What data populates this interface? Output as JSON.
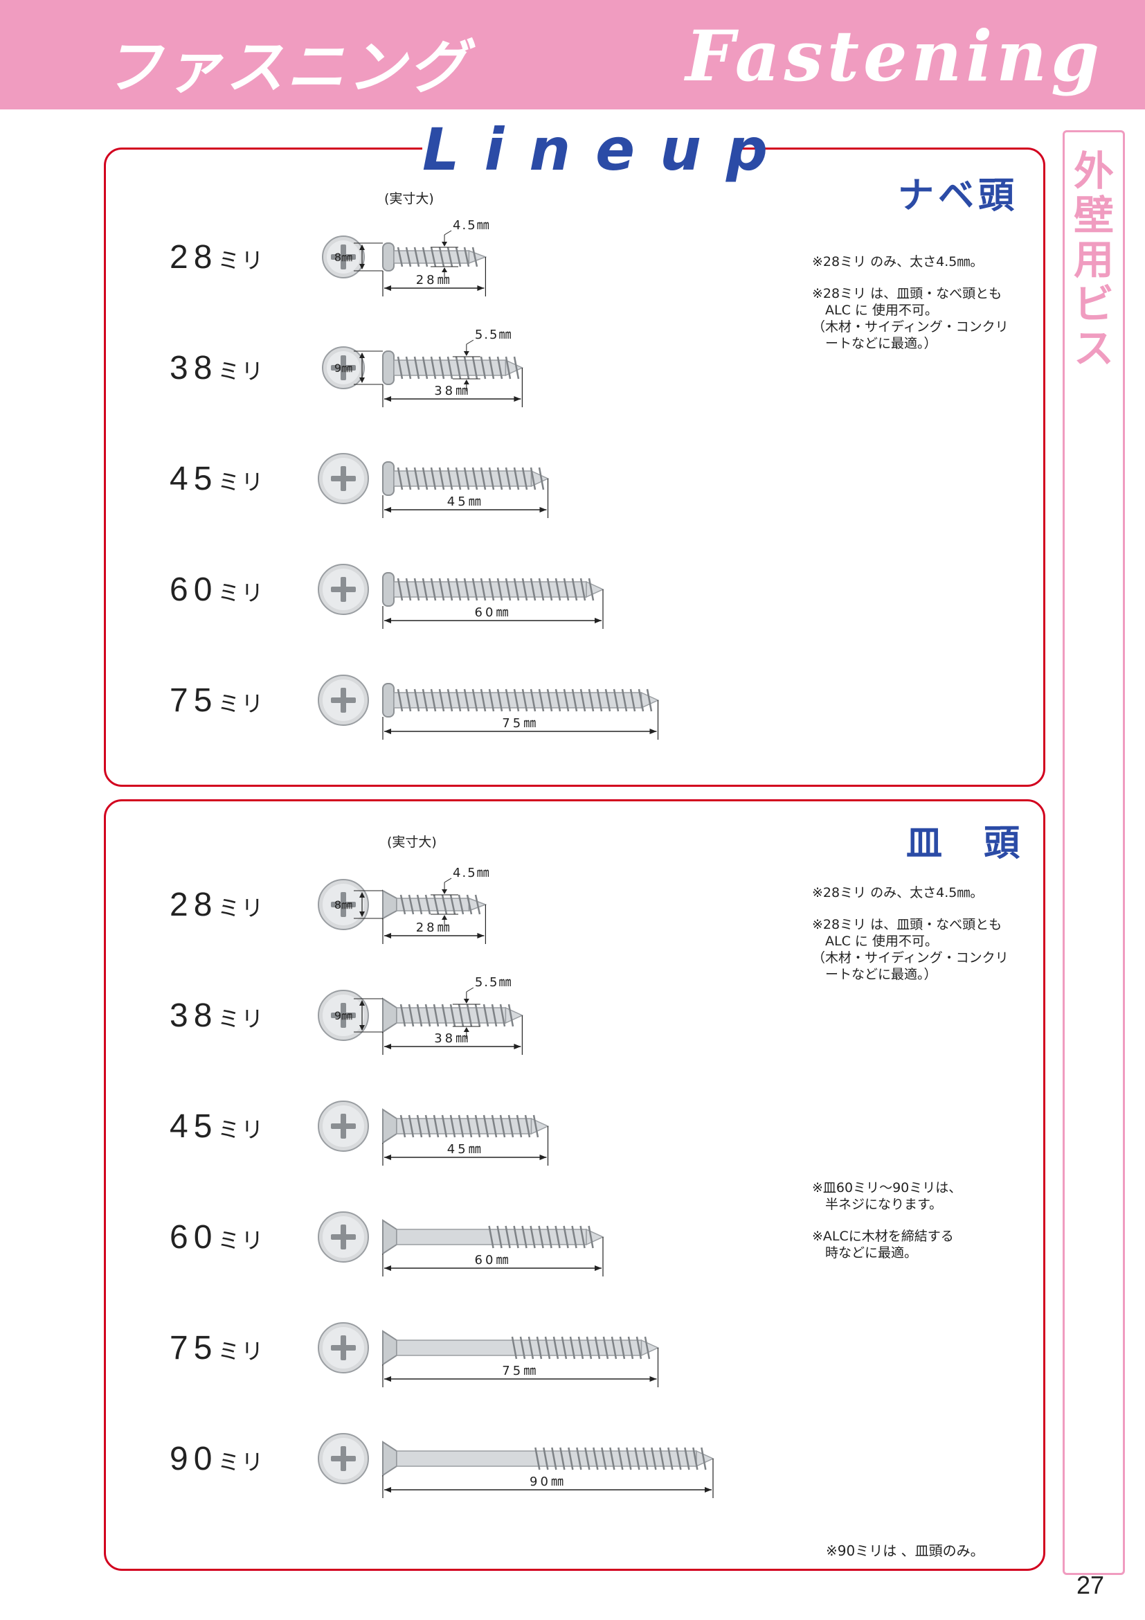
{
  "header": {
    "title_jp": "ファスニング",
    "title_en": "Fastening"
  },
  "sidebar": {
    "chars": [
      "外",
      "壁",
      "用",
      "ビ",
      "ス"
    ]
  },
  "page_number": "27",
  "lineup_title": "Lineup",
  "pan_head": {
    "title": "ナベ頭",
    "actual_size_label": "(実寸大)",
    "rows": [
      {
        "num": "28",
        "unit": "ミリ",
        "length_label": "28㎜",
        "head_label": "8㎜",
        "thread_label": "4.5㎜",
        "length": 28
      },
      {
        "num": "38",
        "unit": "ミリ",
        "length_label": "38㎜",
        "head_label": "9㎜",
        "thread_label": "5.5㎜",
        "length": 38
      },
      {
        "num": "45",
        "unit": "ミリ",
        "length_label": "45㎜",
        "length": 45
      },
      {
        "num": "60",
        "unit": "ミリ",
        "length_label": "60㎜",
        "length": 60
      },
      {
        "num": "75",
        "unit": "ミリ",
        "length_label": "75㎜",
        "length": 75
      }
    ],
    "notes": [
      "※28ミリ のみ、太さ4.5㎜。",
      "※28ミリ は、皿頭・なべ頭とも\n　ALC に 使用不可。\n（木材・サイディング・コンクリ\n　ートなどに最適。）"
    ]
  },
  "flat_head": {
    "title": "皿頭",
    "actual_size_label": "(実寸大)",
    "rows": [
      {
        "num": "28",
        "unit": "ミリ",
        "length_label": "28㎜",
        "head_label": "8㎜",
        "thread_label": "4.5㎜",
        "length": 28
      },
      {
        "num": "38",
        "unit": "ミリ",
        "length_label": "38㎜",
        "head_label": "9㎜",
        "thread_label": "5.5㎜",
        "length": 38
      },
      {
        "num": "45",
        "unit": "ミリ",
        "length_label": "45㎜",
        "length": 45
      },
      {
        "num": "60",
        "unit": "ミリ",
        "length_label": "60㎜",
        "length": 60,
        "partial": true
      },
      {
        "num": "75",
        "unit": "ミリ",
        "length_label": "75㎜",
        "length": 75,
        "partial": true
      },
      {
        "num": "90",
        "unit": "ミリ",
        "length_label": "90㎜",
        "length": 90,
        "partial": true
      }
    ],
    "notes_top": [
      "※28ミリ のみ、太さ4.5㎜。",
      "※28ミリ は、皿頭・なべ頭とも\n　ALC に 使用不可。\n（木材・サイディング・コンクリ\n　ートなどに最適。）"
    ],
    "notes_mid": [
      "※皿60ミリ～90ミリは、\n　半ネジになります。",
      "※ALCに木材を締結する\n　時などに最適。"
    ],
    "footnote": "※90ミリは 、皿頭のみ。"
  },
  "colors": {
    "header_pink": "#f09cc0",
    "panel_border": "#d2001e",
    "title_blue": "#2b4ba6"
  }
}
